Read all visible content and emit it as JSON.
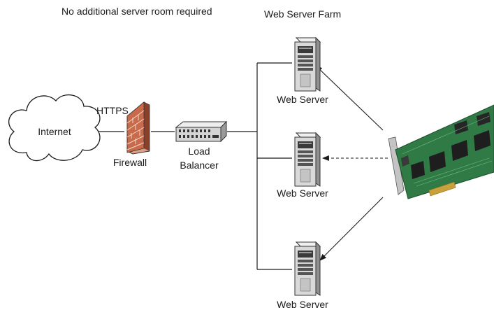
{
  "labels": {
    "top_note": "No additional server room required",
    "farm_title": "Web Server Farm",
    "internet": "Internet",
    "protocol": "HTTPS",
    "firewall": "Firewall",
    "load_balancer_line1": "Load",
    "load_balancer_line2": "Balancer",
    "server_1": "Web Server",
    "server_2": "Web Server",
    "server_3": "Web Server"
  },
  "colors": {
    "line": "#1a1a1a",
    "brick": "#c96a4a",
    "server_body": "#d9d9d9",
    "board_green": "#2f7a45",
    "bracket": "#b9b9b9"
  },
  "icons": {
    "internet": "cloud-icon",
    "firewall": "brick-wall-icon",
    "load_balancer": "network-switch-icon",
    "servers": "tower-server-icon",
    "card": "pci-expansion-card-icon"
  }
}
